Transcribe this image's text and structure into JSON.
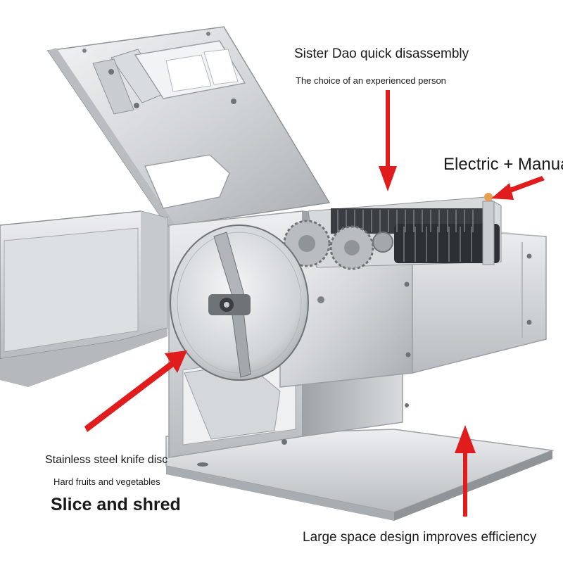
{
  "captions": {
    "quick_disassembly_title": "Sister Dao quick disassembly",
    "quick_disassembly_subtitle": "The choice of an experienced person",
    "power_mode": "Electric + Manual",
    "knife_disc_title": "Stainless steel knife disc",
    "knife_disc_subtitle": "Hard fruits and vegetables",
    "slice_label": "Slice and shred",
    "space_design": "Large space design improves efficiency"
  },
  "colors": {
    "arrow": "#e01c1c",
    "steel_light": "#e6e8ea",
    "steel_mid": "#c4c8cc",
    "steel_dark": "#8c9196",
    "blade_dark": "#2c2f33"
  }
}
